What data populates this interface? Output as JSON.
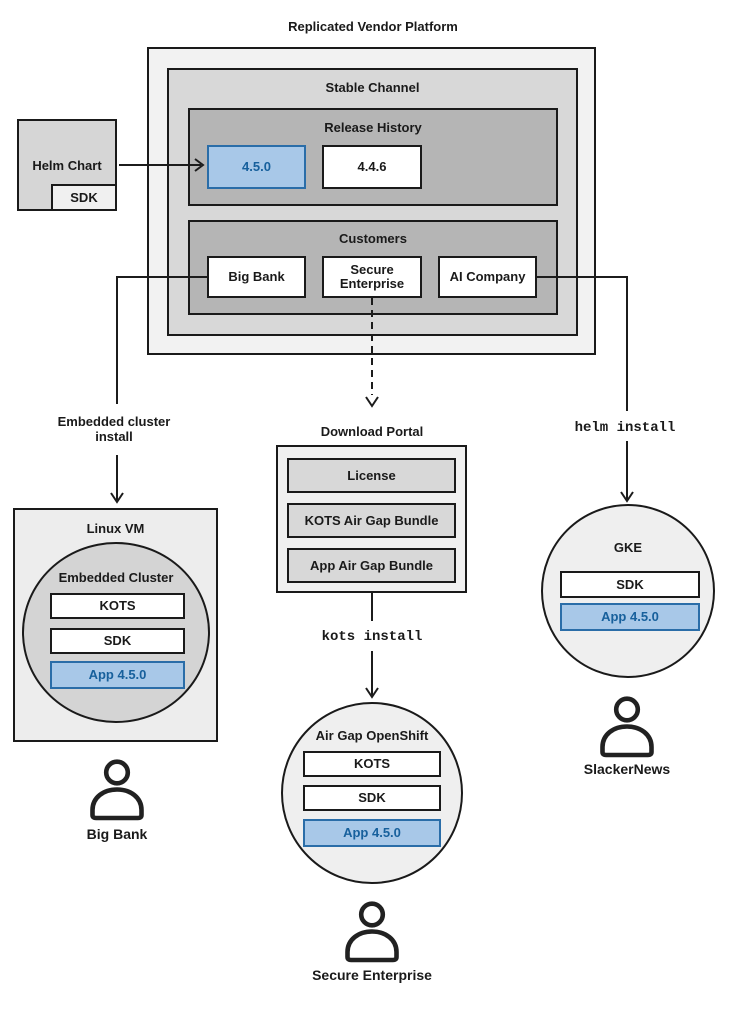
{
  "title": "Replicated Vendor Platform",
  "platform": {
    "channel_label": "Stable Channel",
    "release_history": {
      "label": "Release History",
      "releases": [
        "4.5.0",
        "4.4.6"
      ]
    },
    "customers": {
      "label": "Customers",
      "items": [
        "Big Bank",
        "Secure Enterprise",
        "AI Company"
      ]
    }
  },
  "helm_chart": {
    "label": "Helm Chart",
    "sdk": "SDK"
  },
  "flows": {
    "embedded_install": "Embedded cluster install",
    "helm_install": "helm install",
    "kots_install": "kots install"
  },
  "download_portal": {
    "label": "Download Portal",
    "items": [
      "License",
      "KOTS Air Gap Bundle",
      "App Air Gap Bundle"
    ]
  },
  "linux_vm": {
    "label": "Linux VM",
    "cluster_label": "Embedded Cluster",
    "components": [
      "KOTS",
      "SDK",
      "App 4.5.0"
    ]
  },
  "openshift": {
    "label": "Air Gap OpenShift",
    "components": [
      "KOTS",
      "SDK",
      "App 4.5.0"
    ]
  },
  "gke": {
    "label": "GKE",
    "components": [
      "SDK",
      "App 4.5.0"
    ]
  },
  "users": {
    "big_bank": "Big Bank",
    "secure_enterprise": "Secure Enterprise",
    "slackernews": "SlackerNews"
  },
  "colors": {
    "highlight_fill": "#a8c8e8",
    "highlight_border": "#2a6da8",
    "highlight_text": "#17609c",
    "platform_outer": "#f2f2f2",
    "channel_fill": "#d8d8d8",
    "section_fill": "#b5b5b5",
    "line": "#1c1c1c"
  }
}
